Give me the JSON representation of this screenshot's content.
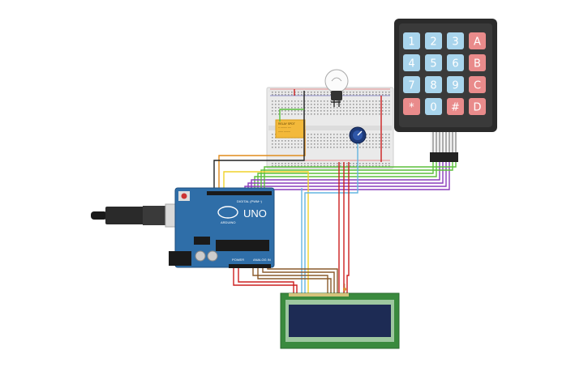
{
  "keypad": {
    "keys": [
      [
        "1",
        "2",
        "3",
        "A"
      ],
      [
        "4",
        "5",
        "6",
        "B"
      ],
      [
        "7",
        "8",
        "9",
        "C"
      ],
      [
        "*",
        "0",
        "#",
        "D"
      ]
    ],
    "colors": {
      "digit": "#a8d4ec",
      "letter": "#e98b8b",
      "star": "#e98b8b",
      "hash": "#e98b8b",
      "frame": "#2b2b2b"
    }
  },
  "arduino": {
    "logo_text": "UNO",
    "brand_text": "ARDUINO",
    "sub_text": "DIGITAL (PWM~)",
    "power_text": "POWER",
    "analog_text": "ANALOG IN",
    "board_color": "#2f6ea8"
  },
  "relay": {
    "label_lines": [
      "RELAY SPDT"
    ],
    "color": "#f3b93a"
  },
  "lcd": {
    "screen_color": "#1d2b54",
    "pcb_color": "#3a8a3e"
  },
  "colors": {
    "wire_orange": "#e08c1c",
    "wire_yellow": "#f0d22a",
    "wire_green": "#5bbf3c",
    "wire_purple": "#8a3dbb",
    "wire_red": "#cc2020",
    "wire_black": "#222222",
    "wire_blue": "#64b5e0",
    "wire_brown": "#8a5a2b",
    "breadboard": "#ececec"
  }
}
